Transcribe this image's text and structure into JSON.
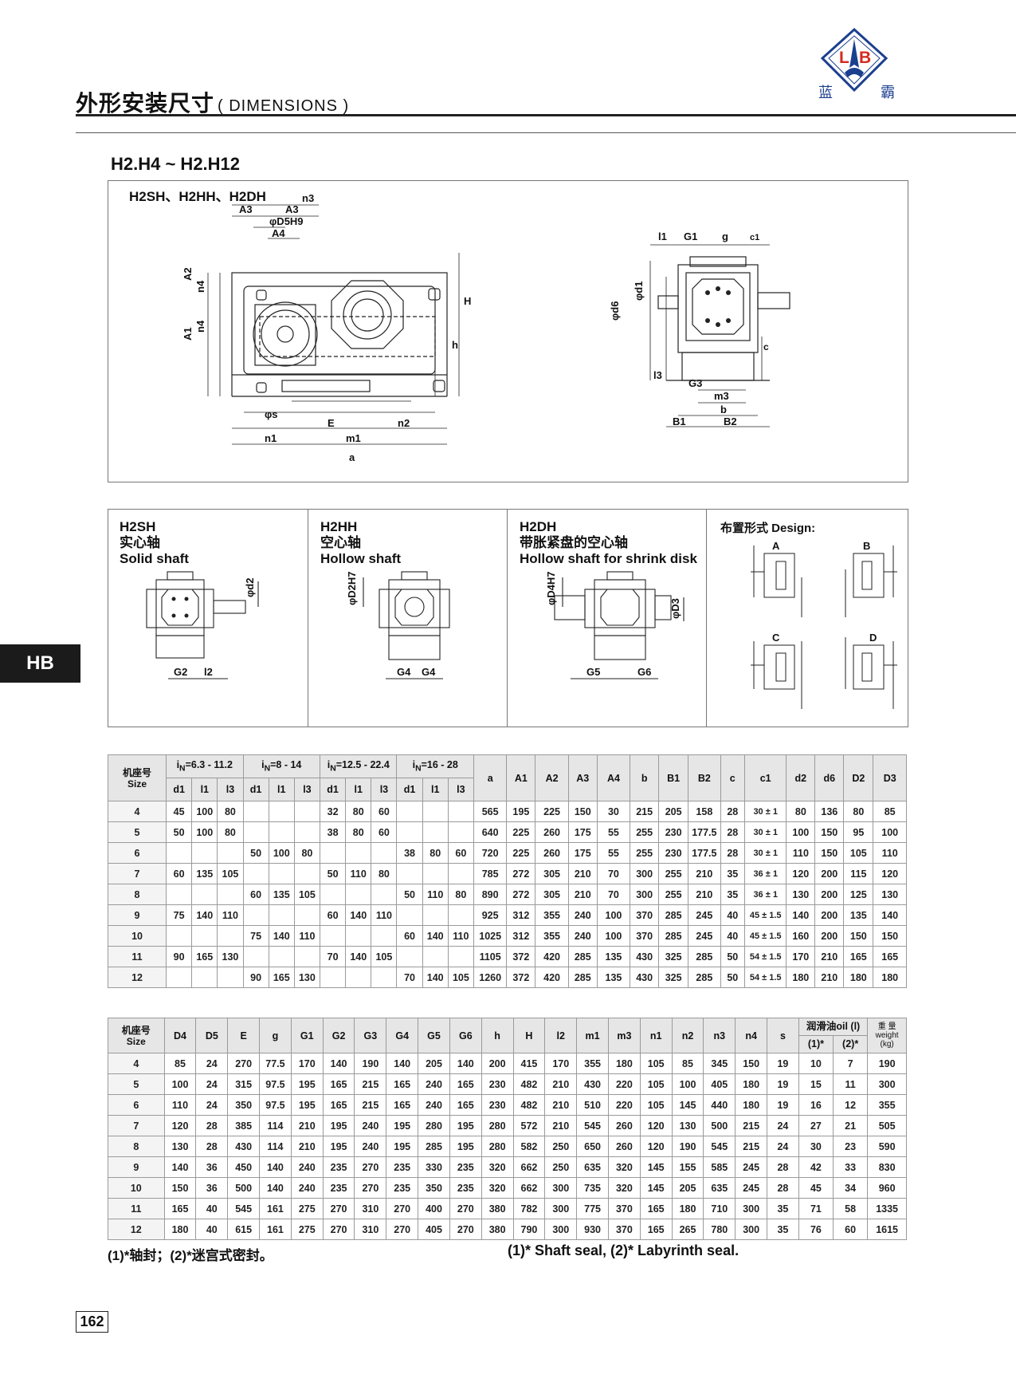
{
  "header": {
    "title_cn": "外形安装尺寸",
    "title_en": "( DIMENSIONS )",
    "logo_letters": [
      "L",
      "B"
    ],
    "logo_cn": [
      "蓝",
      "霸"
    ]
  },
  "subtitle": "H2.H4  ~ H2.H12",
  "side_tab": "HB",
  "main_drawing": {
    "label": "H2SH、H2HH、H2DH",
    "dims": {
      "n3": "n3",
      "A3a": "A3",
      "A3b": "A3",
      "D5H9": "φD5H9",
      "A4": "A4",
      "A2": "A2",
      "A1": "A1",
      "n4a": "n4",
      "n4b": "n4",
      "H": "H",
      "h": "h",
      "s": "φs",
      "E": "E",
      "n2": "n2",
      "n1": "n1",
      "m1": "m1",
      "a": "a",
      "l1": "l1",
      "G1": "G1",
      "g": "g",
      "c1": "c1",
      "d1": "φd1",
      "d6": "φd6",
      "c": "c",
      "l3": "l3",
      "G3": "G3",
      "m3": "m3",
      "b": "b",
      "B1": "B1",
      "B2": "B2"
    }
  },
  "variants": [
    {
      "code": "H2SH",
      "cn": "实心轴",
      "en": "Solid shaft",
      "dims": [
        "φd2",
        "G2",
        "l2"
      ]
    },
    {
      "code": "H2HH",
      "cn": "空心轴",
      "en": "Hollow shaft",
      "dims": [
        "φD2H7",
        "G4",
        "G4"
      ]
    },
    {
      "code": "H2DH",
      "cn": "带胀紧盘的空心轴",
      "en": "Hollow shaft for shrink disk",
      "dims": [
        "φD4H7",
        "φD3",
        "G5",
        "G6"
      ]
    }
  ],
  "design": {
    "label": "布置形式 Design:",
    "letters": [
      "A",
      "B",
      "C",
      "D"
    ]
  },
  "table1": {
    "size_cn": "机座号",
    "size_en": "Size",
    "groups": [
      "=6.3 - 11.2",
      "=8 - 14",
      "=12.5 - 22.4",
      "=16 - 28"
    ],
    "group_prefix": "i",
    "group_sub": "N",
    "subcols": [
      "d1",
      "l1",
      "l3"
    ],
    "cols": [
      "a",
      "A1",
      "A2",
      "A3",
      "A4",
      "b",
      "B1",
      "B2",
      "c",
      "c1",
      "d2",
      "d6",
      "D2",
      "D3"
    ],
    "rows": [
      [
        "4",
        "45",
        "100",
        "80",
        "",
        "",
        "",
        "32",
        "80",
        "60",
        "",
        "",
        "",
        "565",
        "195",
        "225",
        "150",
        "30",
        "215",
        "205",
        "158",
        "28",
        "30 ± 1",
        "80",
        "136",
        "80",
        "85"
      ],
      [
        "5",
        "50",
        "100",
        "80",
        "",
        "",
        "",
        "38",
        "80",
        "60",
        "",
        "",
        "",
        "640",
        "225",
        "260",
        "175",
        "55",
        "255",
        "230",
        "177.5",
        "28",
        "30 ± 1",
        "100",
        "150",
        "95",
        "100"
      ],
      [
        "6",
        "",
        "",
        "",
        "50",
        "100",
        "80",
        "",
        "",
        "",
        "38",
        "80",
        "60",
        "720",
        "225",
        "260",
        "175",
        "55",
        "255",
        "230",
        "177.5",
        "28",
        "30 ± 1",
        "110",
        "150",
        "105",
        "110"
      ],
      [
        "7",
        "60",
        "135",
        "105",
        "",
        "",
        "",
        "50",
        "110",
        "80",
        "",
        "",
        "",
        "785",
        "272",
        "305",
        "210",
        "70",
        "300",
        "255",
        "210",
        "35",
        "36 ± 1",
        "120",
        "200",
        "115",
        "120"
      ],
      [
        "8",
        "",
        "",
        "",
        "60",
        "135",
        "105",
        "",
        "",
        "",
        "50",
        "110",
        "80",
        "890",
        "272",
        "305",
        "210",
        "70",
        "300",
        "255",
        "210",
        "35",
        "36 ± 1",
        "130",
        "200",
        "125",
        "130"
      ],
      [
        "9",
        "75",
        "140",
        "110",
        "",
        "",
        "",
        "60",
        "140",
        "110",
        "",
        "",
        "",
        "925",
        "312",
        "355",
        "240",
        "100",
        "370",
        "285",
        "245",
        "40",
        "45 ± 1.5",
        "140",
        "200",
        "135",
        "140"
      ],
      [
        "10",
        "",
        "",
        "",
        "75",
        "140",
        "110",
        "",
        "",
        "",
        "60",
        "140",
        "110",
        "1025",
        "312",
        "355",
        "240",
        "100",
        "370",
        "285",
        "245",
        "40",
        "45 ± 1.5",
        "160",
        "200",
        "150",
        "150"
      ],
      [
        "11",
        "90",
        "165",
        "130",
        "",
        "",
        "",
        "70",
        "140",
        "105",
        "",
        "",
        "",
        "1105",
        "372",
        "420",
        "285",
        "135",
        "430",
        "325",
        "285",
        "50",
        "54 ± 1.5",
        "170",
        "210",
        "165",
        "165"
      ],
      [
        "12",
        "",
        "",
        "",
        "90",
        "165",
        "130",
        "",
        "",
        "",
        "70",
        "140",
        "105",
        "1260",
        "372",
        "420",
        "285",
        "135",
        "430",
        "325",
        "285",
        "50",
        "54 ± 1.5",
        "180",
        "210",
        "180",
        "180"
      ]
    ]
  },
  "table2": {
    "size_cn": "机座号",
    "size_en": "Size",
    "cols": [
      "D4",
      "D5",
      "E",
      "g",
      "G1",
      "G2",
      "G3",
      "G4",
      "G5",
      "G6",
      "h",
      "H",
      "l2",
      "m1",
      "m3",
      "n1",
      "n2",
      "n3",
      "n4",
      "s"
    ],
    "oil_label": "润滑油oil (l)",
    "oil_sub": [
      "(1)*",
      "(2)*"
    ],
    "weight_cn": "重 量",
    "weight_en": "weight",
    "weight_unit": "(kg)",
    "rows": [
      [
        "4",
        "85",
        "24",
        "270",
        "77.5",
        "170",
        "140",
        "190",
        "140",
        "205",
        "140",
        "200",
        "415",
        "170",
        "355",
        "180",
        "105",
        "85",
        "345",
        "150",
        "19",
        "10",
        "7",
        "190"
      ],
      [
        "5",
        "100",
        "24",
        "315",
        "97.5",
        "195",
        "165",
        "215",
        "165",
        "240",
        "165",
        "230",
        "482",
        "210",
        "430",
        "220",
        "105",
        "100",
        "405",
        "180",
        "19",
        "15",
        "11",
        "300"
      ],
      [
        "6",
        "110",
        "24",
        "350",
        "97.5",
        "195",
        "165",
        "215",
        "165",
        "240",
        "165",
        "230",
        "482",
        "210",
        "510",
        "220",
        "105",
        "145",
        "440",
        "180",
        "19",
        "16",
        "12",
        "355"
      ],
      [
        "7",
        "120",
        "28",
        "385",
        "114",
        "210",
        "195",
        "240",
        "195",
        "280",
        "195",
        "280",
        "572",
        "210",
        "545",
        "260",
        "120",
        "130",
        "500",
        "215",
        "24",
        "27",
        "21",
        "505"
      ],
      [
        "8",
        "130",
        "28",
        "430",
        "114",
        "210",
        "195",
        "240",
        "195",
        "285",
        "195",
        "280",
        "582",
        "250",
        "650",
        "260",
        "120",
        "190",
        "545",
        "215",
        "24",
        "30",
        "23",
        "590"
      ],
      [
        "9",
        "140",
        "36",
        "450",
        "140",
        "240",
        "235",
        "270",
        "235",
        "330",
        "235",
        "320",
        "662",
        "250",
        "635",
        "320",
        "145",
        "155",
        "585",
        "245",
        "28",
        "42",
        "33",
        "830"
      ],
      [
        "10",
        "150",
        "36",
        "500",
        "140",
        "240",
        "235",
        "270",
        "235",
        "350",
        "235",
        "320",
        "662",
        "300",
        "735",
        "320",
        "145",
        "205",
        "635",
        "245",
        "28",
        "45",
        "34",
        "960"
      ],
      [
        "11",
        "165",
        "40",
        "545",
        "161",
        "275",
        "270",
        "310",
        "270",
        "400",
        "270",
        "380",
        "782",
        "300",
        "775",
        "370",
        "165",
        "180",
        "710",
        "300",
        "35",
        "71",
        "58",
        "1335"
      ],
      [
        "12",
        "180",
        "40",
        "615",
        "161",
        "275",
        "270",
        "310",
        "270",
        "405",
        "270",
        "380",
        "790",
        "300",
        "930",
        "370",
        "165",
        "265",
        "780",
        "300",
        "35",
        "76",
        "60",
        "1615"
      ]
    ]
  },
  "footnote_cn": "(1)*轴封；(2)*迷宫式密封。",
  "footnote_en": "(1)* Shaft seal, (2)* Labyrinth seal.",
  "page_number": "162"
}
